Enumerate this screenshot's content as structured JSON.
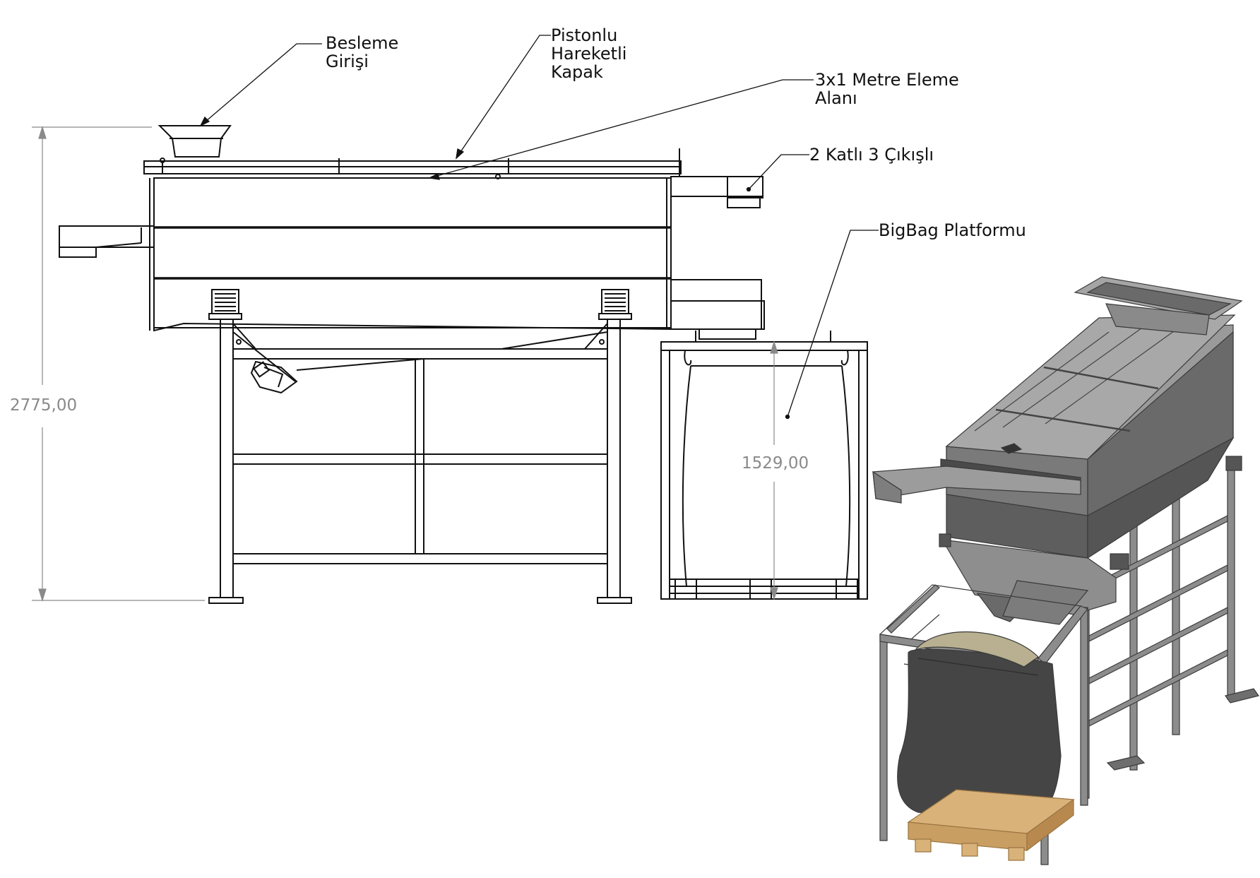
{
  "callouts": {
    "feed_inlet": {
      "line1": "Besleme",
      "line2": "Girişi"
    },
    "piston_lid": {
      "line1": "Pistonlu",
      "line2": "Hareketli",
      "line3": "Kapak"
    },
    "screen_area": {
      "line1": "3x1 Metre Eleme",
      "line2": "Alanı"
    },
    "outlets": {
      "line1": "2 Katlı 3 Çıkışlı"
    },
    "bigbag": {
      "line1": "BigBag Platformu"
    }
  },
  "dimensions": {
    "overall_height": "2775,00",
    "bigbag_height": "1529,00"
  },
  "colors": {
    "line": "#111111",
    "dimension": "#8a8a8a",
    "metal": "#8c8c8c",
    "metal_dark": "#5e5e5e",
    "metal_light": "#b4b4b4",
    "bag": "#454545",
    "pallet": "#d9b27a"
  }
}
